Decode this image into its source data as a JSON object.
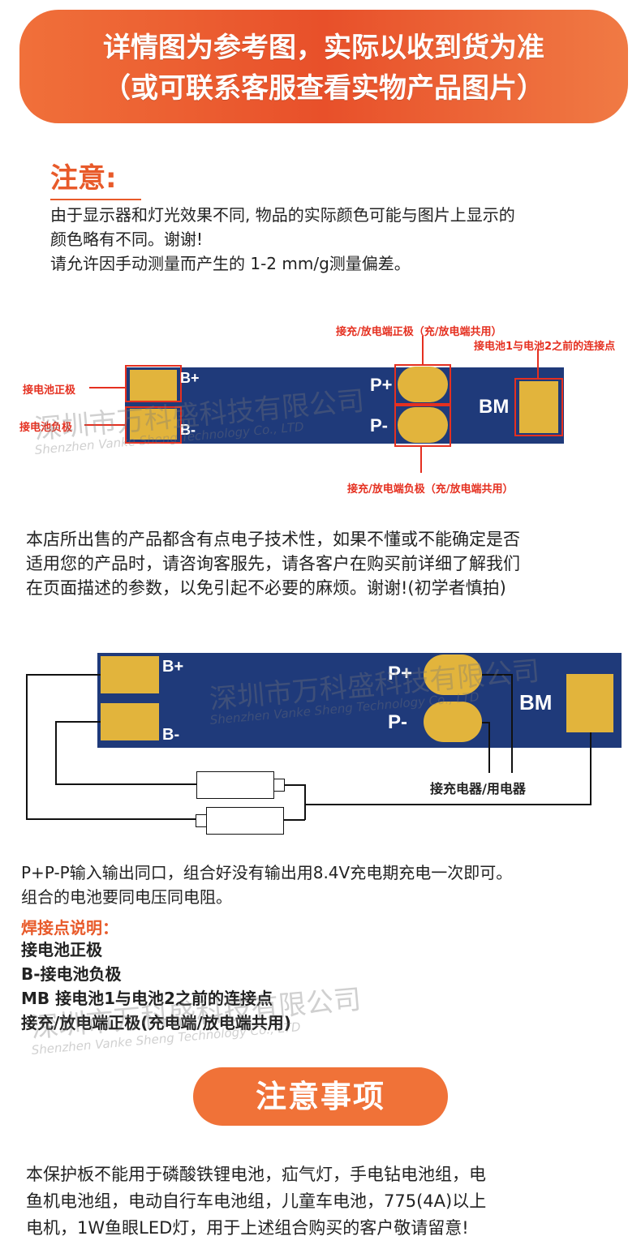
{
  "banner": {
    "line1": "详情图为参考图，实际以收到货为准",
    "line2": "（或可联系客服查看实物产品图片）"
  },
  "notice": {
    "title": "注意:",
    "lines": [
      "由于显示器和灯光效果不同, 物品的实际颜色可能与图片上显示的",
      "颜色略有不同。谢谢!",
      "请允许因手动测量而产生的 1-2 mm/g测量偏差。"
    ]
  },
  "diagram1": {
    "pad_labels": {
      "bplus": "B+",
      "bminus": "B-",
      "pplus": "P+",
      "pminus": "P-",
      "bm": "BM"
    },
    "callouts": {
      "b_pos": "接电池正极",
      "b_neg": "接电池负极",
      "p_pos": "接充/放电端正极（充/放电端共用）",
      "bm": "接电池1与电池2之前的连接点",
      "p_neg": "接充/放电端负极（充/放电端共用）"
    }
  },
  "watermark": {
    "cn": "深圳市万科盛科技有限公司",
    "en": "Shenzhen Vanke Sheng Technology Co., LTD"
  },
  "store_note": {
    "lines": [
      "本店所出售的产品都含有点电子技术性，如果不懂或不能确定是否",
      "适用您的产品时，请咨询客服先，请各客户在购买前详细了解我们",
      "在页面描述的参数，以免引起不必要的麻烦。谢谢!(初学者慎拍)"
    ]
  },
  "diagram2": {
    "pad_labels": {
      "bplus": "B+",
      "bminus": "B-",
      "pplus": "P+",
      "pminus": "P-",
      "bm": "BM"
    },
    "charger_label": "接充电器/用电器"
  },
  "usage": {
    "lines": [
      "P+P-P输入输出同口，组合好没有输出用8.4V充电期充电一次即可。",
      "组合的电池要同电压同电阻。"
    ],
    "points_title": "焊接点说明：",
    "points": [
      "接电池正极",
      "B-接电池负极",
      "MB 接电池1与电池2之前的连接点",
      "接充/放电端正极(充电端/放电端共用)"
    ]
  },
  "caution": {
    "title": "注意事项",
    "lines": [
      "本保护板不能用于磷酸铁锂电池，疝气灯，手电钻电池组，电",
      "鱼机电池组，电动自行车电池组，儿童车电池，775(4A)以上",
      "电机，1W鱼眼LED灯，用于上述组合购买的客户敬请留意!"
    ]
  },
  "colors": {
    "accent": "#f0703a",
    "pcb": "#1f3a7a",
    "pad": "#e2b43c",
    "callout_red": "#e53020"
  }
}
